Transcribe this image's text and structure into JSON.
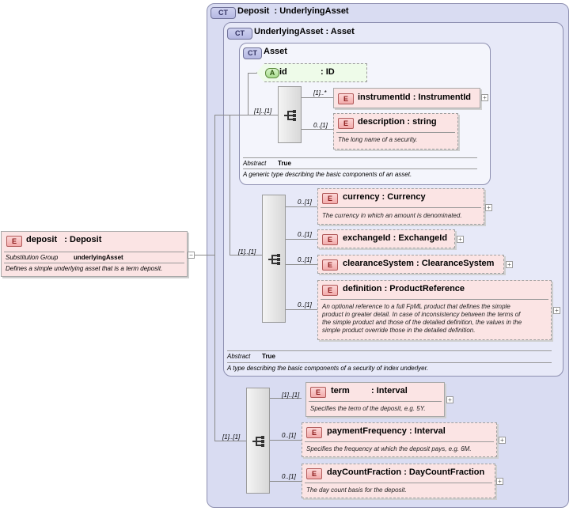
{
  "root": {
    "badge": "E",
    "name": "deposit",
    "type": ": Deposit",
    "substitution_label": "Substitution Group",
    "substitution_value": "underlyingAsset",
    "doc": "Defines a simple underlying asset that is a term deposit.",
    "collapse": "−"
  },
  "deposit_type": {
    "badge": "CT",
    "title": "Deposit",
    "base": ": UnderlyingAsset"
  },
  "underlying_type": {
    "badge": "CT",
    "title": "UnderlyingAsset",
    "base": ": Asset",
    "abstract_label": "Abstract",
    "abstract_value": "True",
    "doc": "A type describing the basic components of a security of index underlyer."
  },
  "asset_type": {
    "badge": "CT",
    "title": "Asset",
    "abstract_label": "Abstract",
    "abstract_value": "True",
    "doc": "A generic type describing the basic components of an asset."
  },
  "attribute_id": {
    "badge": "A",
    "name": "id",
    "type": ": ID"
  },
  "elements": {
    "instrumentId": {
      "badge": "E",
      "name": "instrumentId",
      "type": ": InstrumentId",
      "card": "[1]..*",
      "plus": "+"
    },
    "description": {
      "badge": "E",
      "name": "description",
      "type": ": string",
      "card": "0..[1]",
      "doc": "The long name of a security."
    },
    "currency": {
      "badge": "E",
      "name": "currency",
      "type": ": Currency",
      "card": "0..[1]",
      "doc": "The currency in which an amount is denominated.",
      "plus": "+"
    },
    "exchangeId": {
      "badge": "E",
      "name": "exchangeId",
      "type": ": ExchangeId",
      "card": "0..[1]",
      "plus": "+"
    },
    "clearanceSystem": {
      "badge": "E",
      "name": "clearanceSystem",
      "type": ": ClearanceSystem",
      "card": "0..[1]",
      "plus": "+"
    },
    "definition": {
      "badge": "E",
      "name": "definition",
      "type": ": ProductReference",
      "card": "0..[1]",
      "doc_lines": [
        "An optional reference to a full FpML product that defines the simple",
        "product in greater detail. In case of inconsistency between the terms of",
        "the simple product and those of the detailed definition, the values in the",
        "simple product override those in the detailed definition."
      ],
      "plus": "+"
    },
    "term": {
      "badge": "E",
      "name": "term",
      "type": ": Interval",
      "card": "[1]..[1]",
      "doc": "Specifies the term of the deposit, e.g. 5Y.",
      "plus": "+"
    },
    "paymentFrequency": {
      "badge": "E",
      "name": "paymentFrequency",
      "type": ": Interval",
      "card": "0..[1]",
      "doc": "Specifies the frequency at which the deposit pays, e.g. 6M.",
      "plus": "+"
    },
    "dayCountFraction": {
      "badge": "E",
      "name": "dayCountFraction",
      "type": ": DayCountFraction",
      "card": "0..[1]",
      "doc": "The day count basis for the deposit.",
      "plus": "+"
    }
  },
  "sequences": {
    "asset_card": "[1]..[1]",
    "underlying_card": "[1]..[1]",
    "deposit_card": "[1]..[1]"
  }
}
